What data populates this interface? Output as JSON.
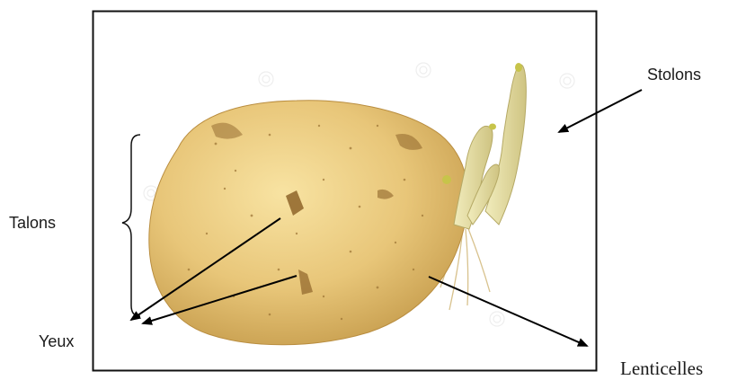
{
  "labels": {
    "stolons": "Stolons",
    "talons": "Talons",
    "yeux": "Yeux",
    "lenticelles": "Lenticelles"
  },
  "colors": {
    "frame": "#111111",
    "arrow": "#000000",
    "tuber_light": "#f2d78c",
    "tuber_dark": "#c9a04e",
    "sprout": "#e7e1a4"
  }
}
